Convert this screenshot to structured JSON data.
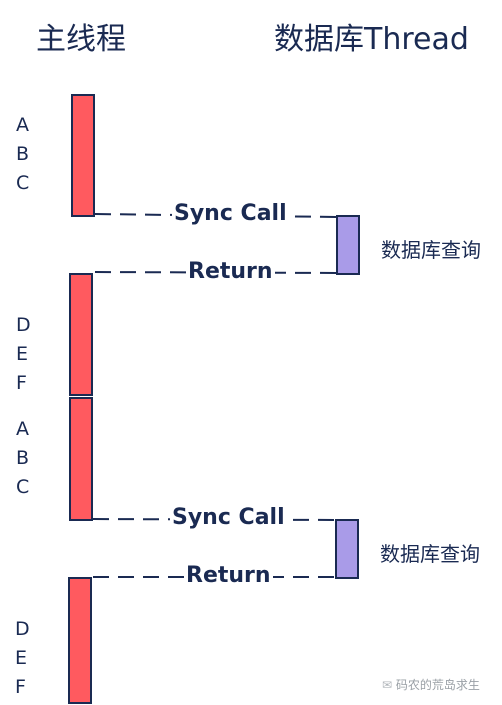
{
  "header": {
    "main_thread_title": "主线程",
    "db_thread_title": "数据库Thread"
  },
  "blocks": [
    {
      "steps": [
        "A",
        "B",
        "C"
      ]
    },
    {
      "steps": [
        "D",
        "E",
        "F"
      ]
    },
    {
      "steps": [
        "A",
        "B",
        "C"
      ]
    },
    {
      "steps": [
        "D",
        "E",
        "F"
      ]
    }
  ],
  "messages": {
    "call": "Sync Call",
    "return": "Return"
  },
  "db_query_label": "数据库查询",
  "watermark": "码农的荒岛求生",
  "colors": {
    "main_bar": "#ff5a5f",
    "db_bar": "#a99be8",
    "stroke": "#1a2a52"
  }
}
